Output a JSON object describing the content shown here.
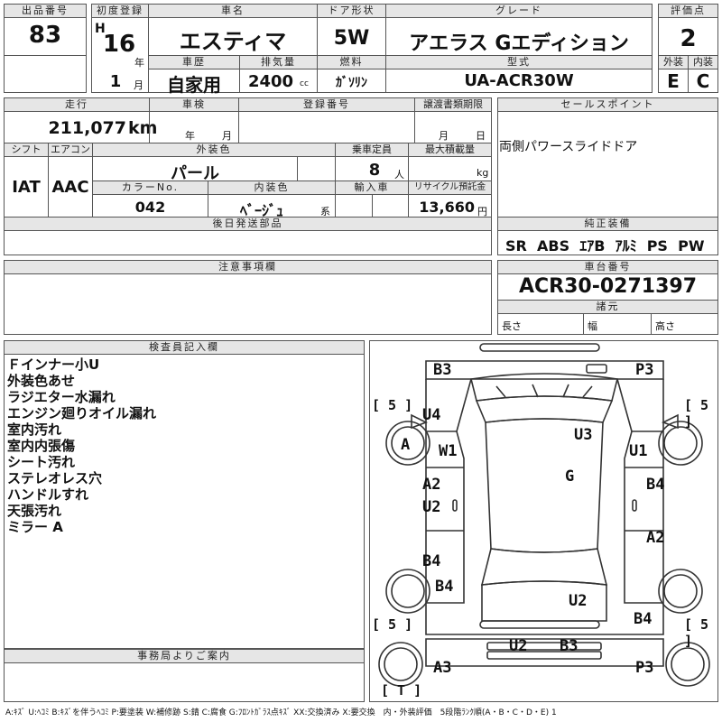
{
  "top": {
    "lot_no_label": "出品番号",
    "lot_no": "83",
    "first_reg_label": "初度登録",
    "era": "H",
    "year": "16",
    "year_unit": "年",
    "month": "1",
    "month_unit": "月",
    "car_name_label": "車名",
    "car_name": "エスティマ",
    "door_label": "ドア形状",
    "door": "5W",
    "grade_label": "グレード",
    "grade": "アエラス Gエディション",
    "score_label": "評価点",
    "score": "2",
    "history_label": "車歴",
    "history": "自家用",
    "displacement_label": "排気量",
    "displacement": "2400",
    "displacement_unit": "cc",
    "fuel_label": "燃料",
    "fuel": "ｶﾞｿﾘﾝ",
    "model_label": "型式",
    "model": "UA-ACR30W",
    "exterior_label": "外装",
    "exterior": "E",
    "interior_label": "内装",
    "interior": "C"
  },
  "second": {
    "mileage_label": "走行",
    "mileage": "211,077",
    "mileage_unit": "km",
    "inspection_label": "車検",
    "inspection_year": "年",
    "inspection_month": "月",
    "reg_no_label": "登録番号",
    "transfer_label": "譲渡書類期限",
    "transfer_month": "月",
    "transfer_day": "日",
    "shift_label": "シフト",
    "shift": "IAT",
    "ac_label": "エアコン",
    "ac": "AAC",
    "color_label": "外装色",
    "color": "パール",
    "capacity_label": "乗車定員",
    "capacity": "8",
    "capacity_unit": "人",
    "load_label": "最大積載量",
    "load_unit": "kg",
    "color_no_label": "カラーNo.",
    "color_no": "042",
    "interior_color_label": "内装色",
    "interior_color": "ﾍﾞｰｼﾞｭ",
    "interior_color_unit": "系",
    "import_label": "輸入車",
    "recycle_label": "リサイクル預託金",
    "recycle": "13,660",
    "recycle_unit": "円",
    "later_parts_label": "後日発送部品"
  },
  "sales": {
    "label": "セールスポイント",
    "text": "両側パワースライドドア"
  },
  "equipment": {
    "label": "純正装備",
    "items": "SR  ABS  ｴｱB  ｱﾙﾐ  PS  PW"
  },
  "notes": {
    "label": "注意事項欄"
  },
  "chassis": {
    "label": "車台番号",
    "value": "ACR30-0271397",
    "specs_label": "諸元",
    "length": "長さ",
    "width": "幅",
    "height": "高さ"
  },
  "inspector": {
    "label": "検査員記入欄",
    "lines": [
      "Ｆインナー小U",
      "外装色あせ",
      "ラジエター水漏れ",
      "エンジン廻りオイル漏れ",
      "室内汚れ",
      "室内内張傷",
      "シート汚れ",
      "ステレオレス穴",
      "ハンドルすれ",
      "天張汚れ",
      "ミラー A"
    ]
  },
  "office": {
    "label": "事務局よりご案内"
  },
  "diagram": {
    "tire_fl": "[ 5 ]",
    "tire_fr": "[ 5 ]",
    "tire_rl": "[ 5 ]",
    "tire_rr": "[ 5 ]",
    "spare": "[ T ]",
    "marks": [
      "B3",
      "P3",
      "U4",
      "U3",
      "A",
      "W1",
      "U1",
      "G",
      "A2",
      "B4",
      "U2",
      "A2",
      "B4",
      "B4",
      "U2",
      "B4",
      "U2",
      "B3",
      "A3",
      "P3"
    ]
  },
  "legend": "A:ｷｽﾞ U:ﾍｺﾐ B:ｷｽﾞを伴うﾍｺﾐ P:要塗装 W:補修跡 S:錆 C:腐食 G:ﾌﾛﾝﾄｶﾞﾗｽ点ｷｽﾞ XX:交換済み X:要交換　内・外装評価　5段階ﾗﾝｸ順(A・B・C・D・E) 1"
}
